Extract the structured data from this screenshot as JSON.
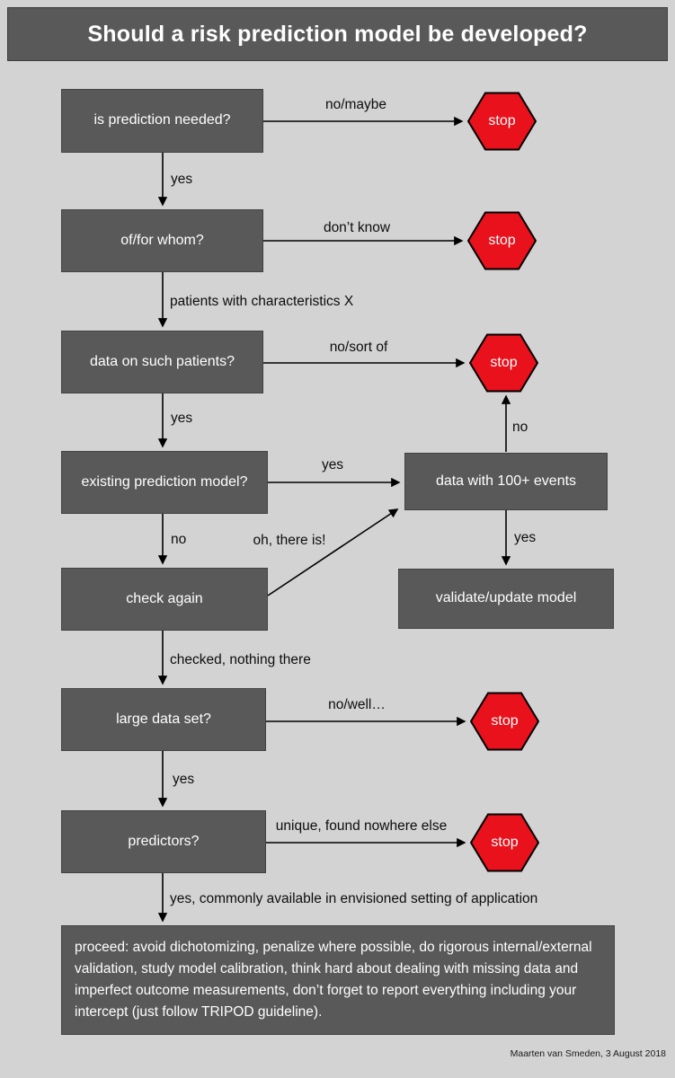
{
  "title": "Should a risk prediction model be developed?",
  "credit": "Maarten van Smeden, 3 August 2018",
  "colors": {
    "background": "#d3d3d3",
    "box_fill": "#595959",
    "box_text": "#ffffff",
    "stop_fill": "#e8111c",
    "stop_text": "#ffffff",
    "arrow": "#000000"
  },
  "nodes": [
    {
      "id": "is-prediction-needed",
      "label": "is prediction needed?"
    },
    {
      "id": "of-for-whom",
      "label": "of/for whom?"
    },
    {
      "id": "data-on-such-patients",
      "label": "data on such patients?"
    },
    {
      "id": "existing-prediction-model",
      "label": "existing prediction model?"
    },
    {
      "id": "data-with-100-events",
      "label": "data with 100+ events"
    },
    {
      "id": "check-again",
      "label": "check again"
    },
    {
      "id": "validate-update-model",
      "label": "validate/update model"
    },
    {
      "id": "large-data-set",
      "label": "large data set?"
    },
    {
      "id": "predictors",
      "label": "predictors?"
    },
    {
      "id": "proceed",
      "label": "proceed: avoid dichotomizing, penalize where possible, do rigorous internal/external validation, study model calibration, think hard about dealing with missing data and imperfect outcome measurements, don’t forget to report everything including your intercept (just follow TRIPOD guideline)."
    }
  ],
  "stops": [
    {
      "label": "stop"
    },
    {
      "label": "stop"
    },
    {
      "label": "stop"
    },
    {
      "label": "stop"
    },
    {
      "label": "stop"
    }
  ],
  "edge_labels": [
    {
      "label": "no/maybe"
    },
    {
      "label": "yes"
    },
    {
      "label": "don’t know"
    },
    {
      "label": "patients with characteristics X"
    },
    {
      "label": "no/sort of"
    },
    {
      "label": "yes"
    },
    {
      "label": "yes"
    },
    {
      "label": "no"
    },
    {
      "label": "oh, there is!"
    },
    {
      "label": "no"
    },
    {
      "label": "yes"
    },
    {
      "label": "checked, nothing there"
    },
    {
      "label": "no/well…"
    },
    {
      "label": "yes"
    },
    {
      "label": "unique, found nowhere else"
    },
    {
      "label": "yes, commonly available in envisioned setting of application"
    }
  ]
}
